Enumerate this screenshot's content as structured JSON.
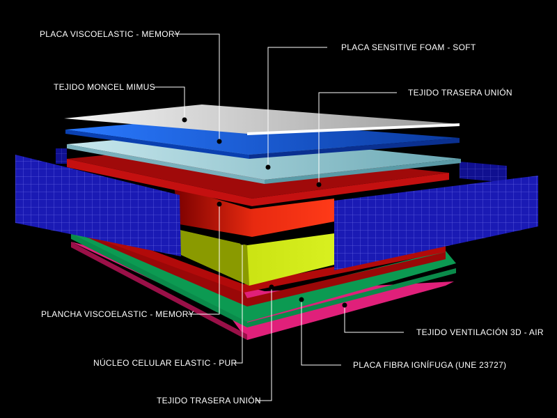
{
  "labels": {
    "placa_visco": "PLACA VISCOELASTIC - MEMORY",
    "placa_sensitive": "PLACA SENSITIVE FOAM - SOFT",
    "tejido_moncel": "TEJIDO MONCEL MIMUS",
    "tejido_trasera_top": "TEJIDO TRASERA UNIÓN",
    "plancha_visco": "PLANCHA VISCOELASTIC - MEMORY",
    "tejido_ventilacion": "TEJIDO VENTILACIÓN 3D - AIR",
    "nucleo": "NÚCLEO CELULAR ELASTIC - PUR",
    "placa_fibra": "PLACA FIBRA IGNÍFUGA (UNE 23727)",
    "tejido_trasera_bottom": "TEJIDO TRASERA UNIÓN"
  },
  "colors": {
    "background": "#000000",
    "white_layer": "#e6e6e6",
    "blue_layer": "#1560d8",
    "light_blue_layer": "#a8d4dc",
    "red_layer": "#c41010",
    "red_block": "#e82a10",
    "yellow_core": "#c8e010",
    "dark_red_layer": "#9a0808",
    "green_layer": "#0a8a4a",
    "pink_layer": "#e0207a",
    "grid_panel": "#1a1ab4"
  }
}
